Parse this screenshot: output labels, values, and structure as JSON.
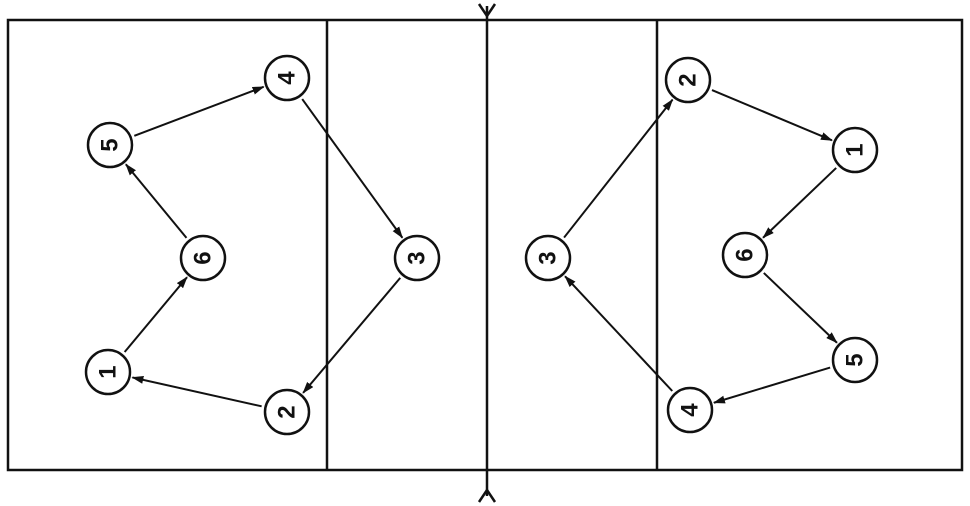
{
  "diagram": {
    "title_hidden": null,
    "left_team": {
      "players": [
        "4",
        "5",
        "6",
        "3",
        "1",
        "2"
      ],
      "rotation": [
        [
          "1",
          "6"
        ],
        [
          "6",
          "5"
        ],
        [
          "5",
          "4"
        ],
        [
          "4",
          "3"
        ],
        [
          "3",
          "2"
        ],
        [
          "2",
          "1"
        ]
      ]
    },
    "right_team": {
      "players": [
        "2",
        "1",
        "6",
        "3",
        "5",
        "4"
      ],
      "rotation": [
        [
          "2",
          "1"
        ],
        [
          "1",
          "6"
        ],
        [
          "6",
          "5"
        ],
        [
          "5",
          "4"
        ],
        [
          "4",
          "3"
        ],
        [
          "3",
          "2"
        ]
      ]
    }
  }
}
